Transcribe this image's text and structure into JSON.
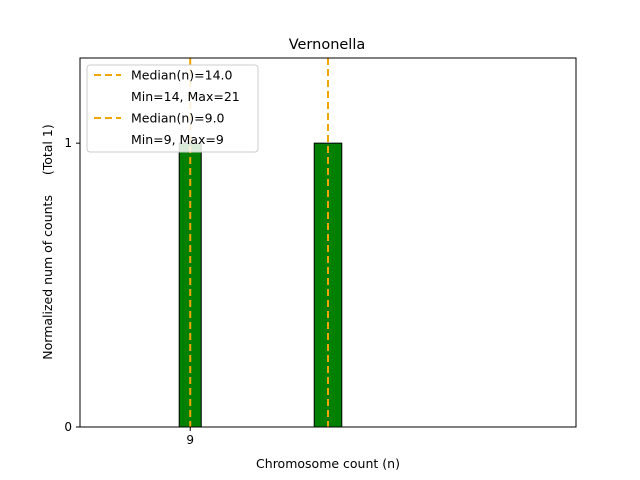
{
  "chart_data": {
    "type": "bar",
    "title": "Vernonella",
    "xlabel": "Chromosome count (n)",
    "ylabel": "Normalized num of counts     (Total 1)",
    "xlim": [
      5,
      23
    ],
    "ylim": [
      0,
      1.3
    ],
    "x_ticks": [
      {
        "value": 9,
        "label": "9"
      }
    ],
    "y_ticks": [
      {
        "value": 0,
        "label": "0"
      },
      {
        "value": 1,
        "label": "1"
      }
    ],
    "bars": [
      {
        "x": 9,
        "width": 0.8,
        "value": 1,
        "color": "#008000"
      },
      {
        "x": 14,
        "width": 1.0,
        "value": 1,
        "color": "#008000"
      }
    ],
    "median_lines": [
      {
        "x": 9,
        "color": "#f0a500"
      },
      {
        "x": 14,
        "color": "#f0a500"
      }
    ],
    "legend": {
      "placement": "upper-left",
      "entries": [
        {
          "kind": "line",
          "color": "#f0a500",
          "label": "Median(n)=14.0"
        },
        {
          "kind": "text",
          "label": "Min=14, Max=21"
        },
        {
          "kind": "line",
          "color": "#f0a500",
          "label": "Median(n)=9.0"
        },
        {
          "kind": "text",
          "label": "Min=9, Max=9"
        }
      ]
    },
    "grid": false
  }
}
